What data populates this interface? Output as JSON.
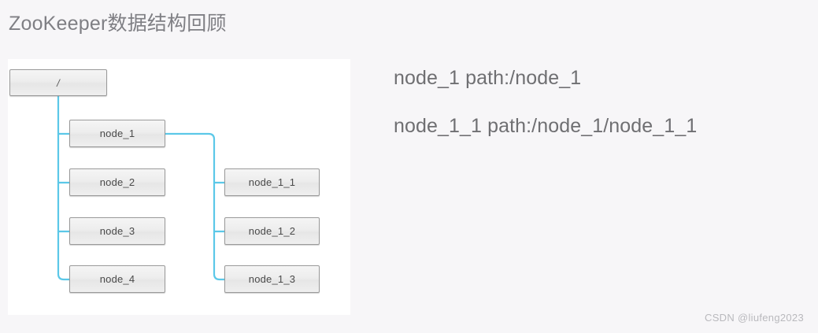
{
  "slide": {
    "title": "ZooKeeper数据结构回顾",
    "background_color": "#f7f6f8",
    "title_color": "#7f7f84"
  },
  "diagram": {
    "panel_background": "#ffffff",
    "connector_color": "#5bc8e8",
    "node_border_color": "#9a9a9a",
    "root": {
      "label": "/"
    },
    "children": [
      {
        "label": "node_1",
        "children": [
          {
            "label": "node_1_1"
          },
          {
            "label": "node_1_2"
          },
          {
            "label": "node_1_3"
          }
        ]
      },
      {
        "label": "node_2",
        "children": []
      },
      {
        "label": "node_3",
        "children": []
      },
      {
        "label": "node_4",
        "children": []
      }
    ]
  },
  "notes": [
    {
      "text": "node_1 path:/node_1"
    },
    {
      "text": "node_1_1 path:/node_1/node_1_1"
    }
  ],
  "watermark": {
    "text": "CSDN @liufeng2023"
  }
}
